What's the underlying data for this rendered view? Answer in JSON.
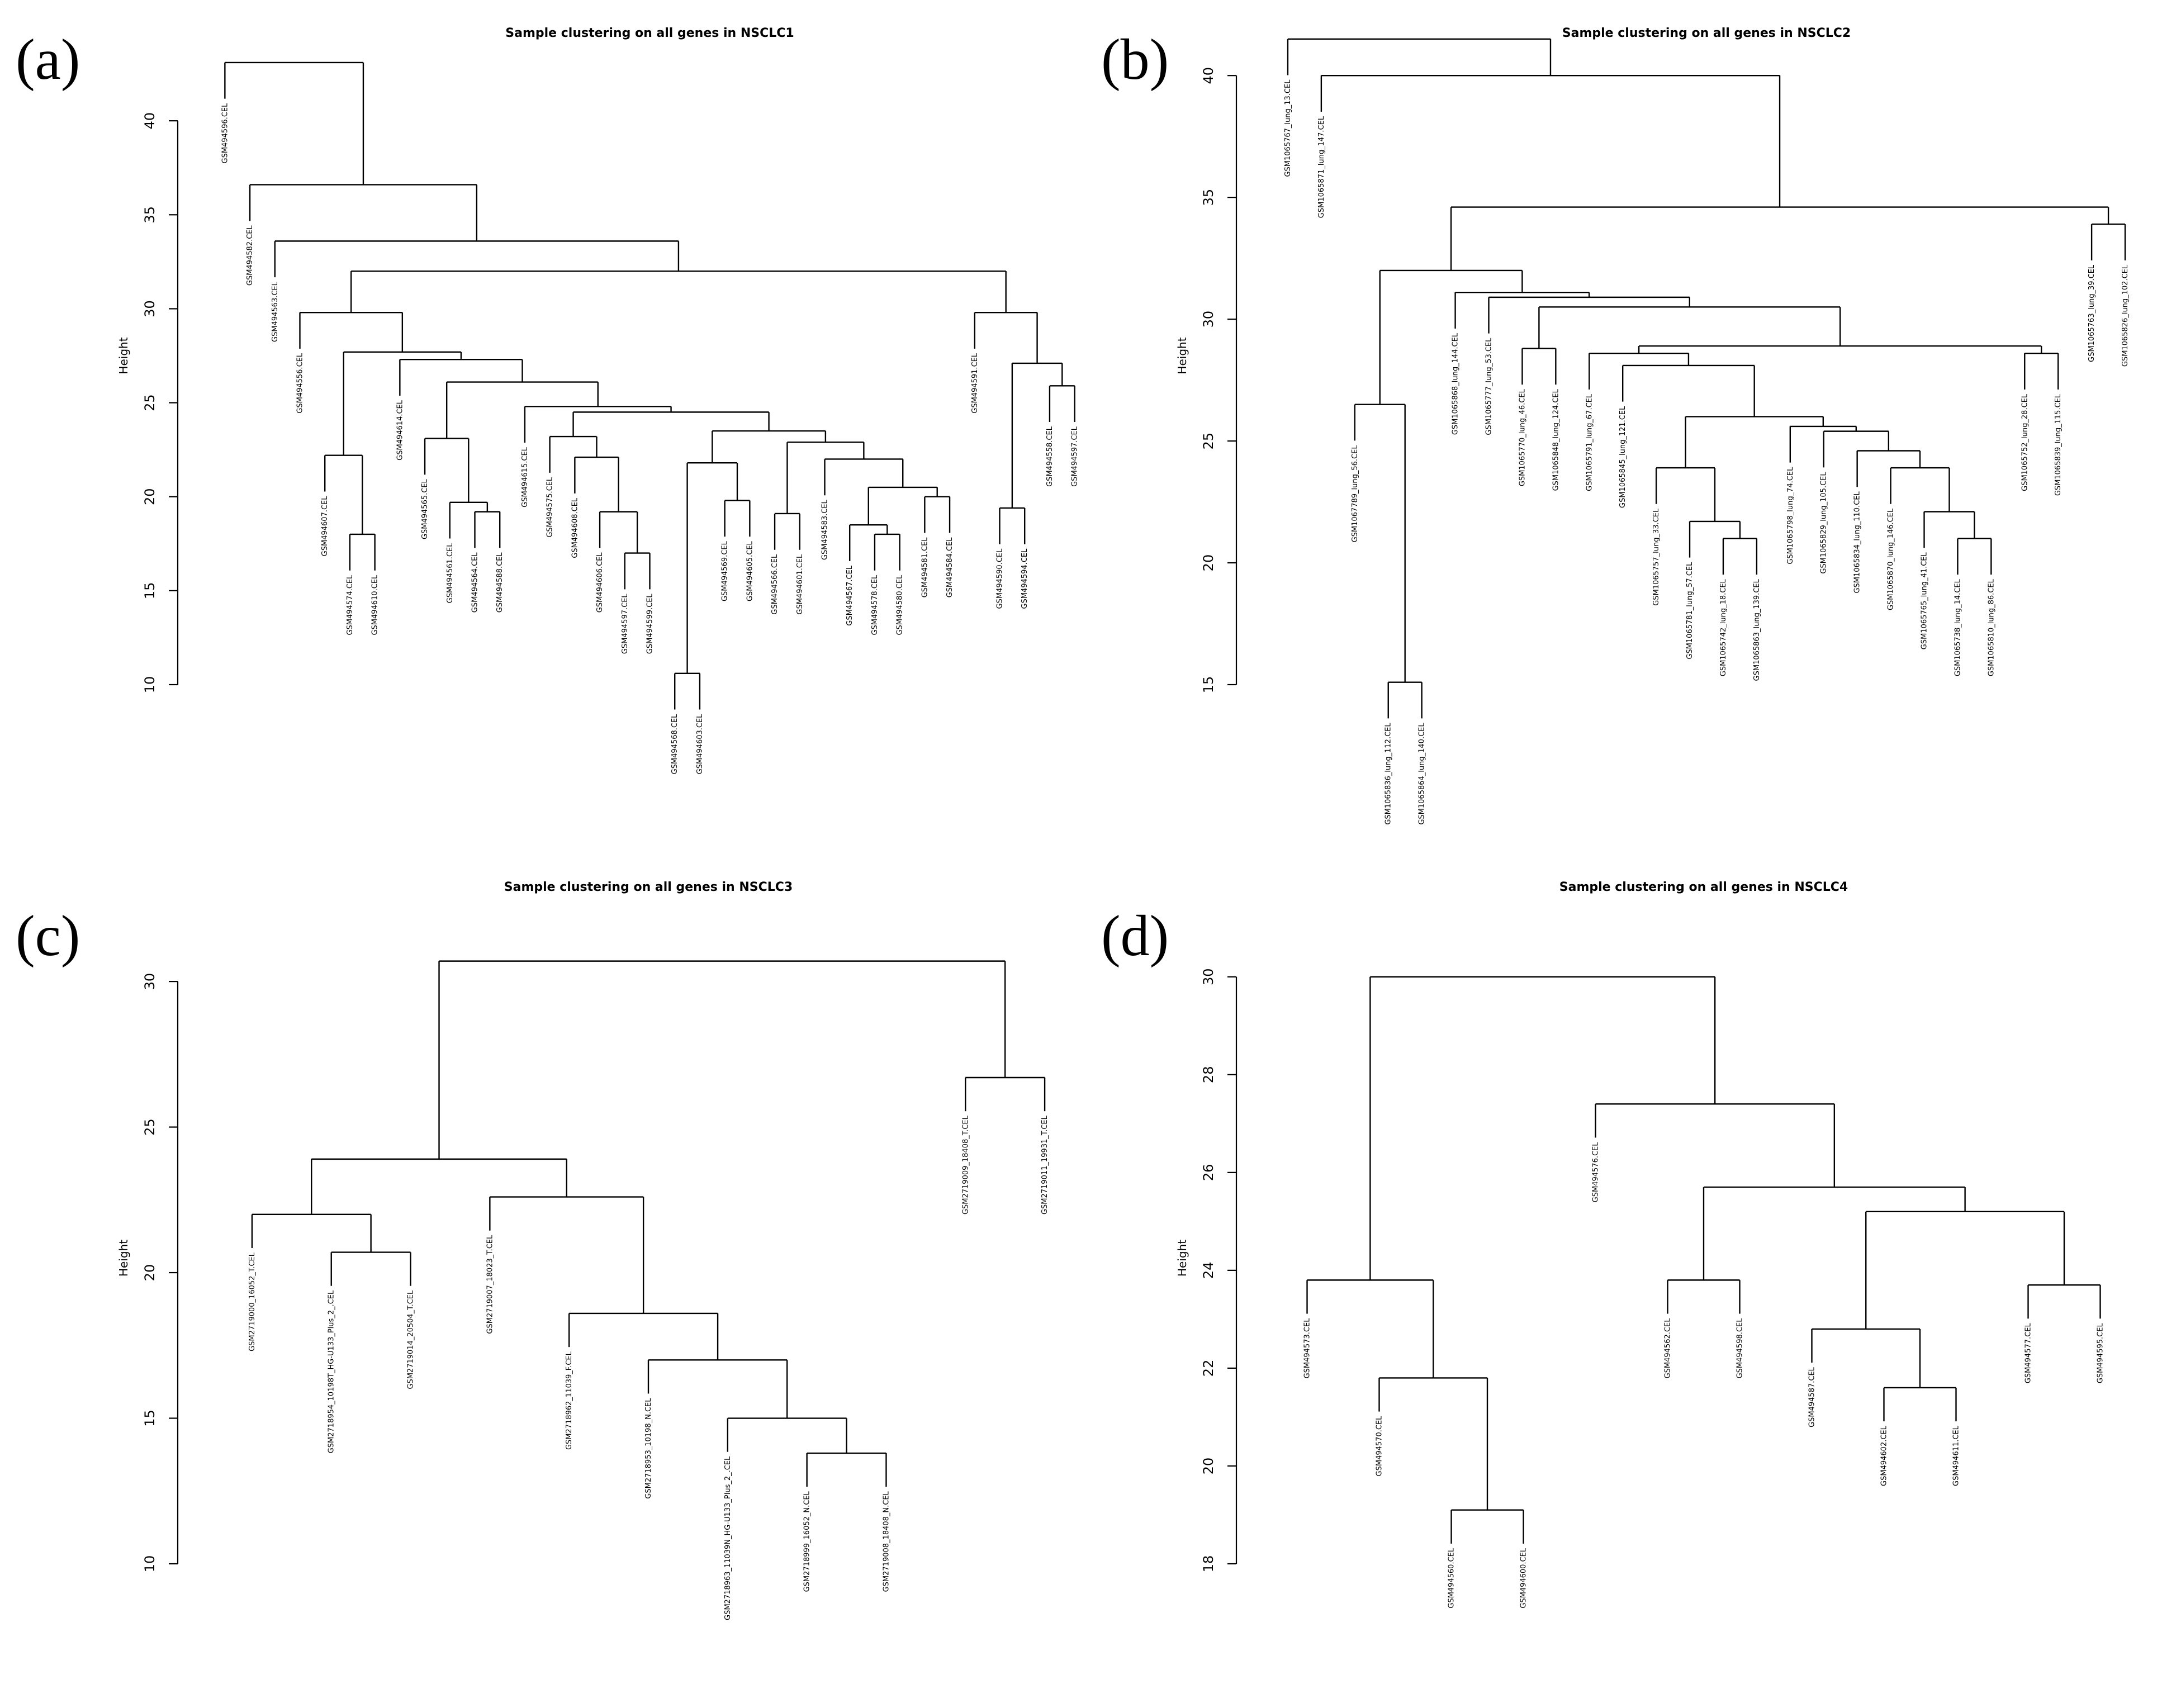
{
  "panel_letters": [
    "(a)",
    "(b)",
    "(c)",
    "(d)"
  ],
  "chart_data": [
    {
      "type": "dendrogram",
      "title": "Sample clustering on all genes in NSCLC1",
      "ylabel": "Height",
      "ylim": [
        10,
        45
      ],
      "yticks": [
        10,
        15,
        20,
        25,
        30,
        35,
        40
      ],
      "leaves": [
        "GSM494596.CEL",
        "GSM494582.CEL",
        "GSM494563.CEL",
        "GSM494556.CEL",
        "GSM494607.CEL",
        "GSM494574.CEL",
        "GSM494610.CEL",
        "GSM494614.CEL",
        "GSM494565.CEL",
        "GSM494561.CEL",
        "GSM494564.CEL",
        "GSM494588.CEL",
        "GSM494615.CEL",
        "GSM494575.CEL",
        "GSM494608.CEL",
        "GSM494606.CEL",
        "GSM494597.CEL",
        "GSM494599.CEL",
        "GSM494568.CEL",
        "GSM494603.CEL",
        "GSM494569.CEL",
        "GSM494605.CEL",
        "GSM494566.CEL",
        "GSM494601.CEL",
        "GSM494583.CEL",
        "GSM494567.CEL",
        "GSM494578.CEL",
        "GSM494580.CEL",
        "GSM494581.CEL",
        "GSM494584.CEL",
        "GSM494591.CEL",
        "GSM494590.CEL",
        "GSM494594.CEL",
        "GSM494558.CEL",
        "GSM494597.CEL"
      ],
      "merges": [
        [
          -19,
          -20,
          10.6
        ],
        [
          -6,
          -7,
          18.0
        ],
        [
          -27,
          -28,
          18.0
        ],
        [
          -11,
          -12,
          19.2
        ],
        [
          -17,
          -18,
          17.0
        ],
        [
          -10,
          4,
          19.7
        ],
        [
          -26,
          3,
          18.5
        ],
        [
          -21,
          -22,
          19.8
        ],
        [
          -23,
          -24,
          19.1
        ],
        [
          -32,
          -33,
          19.4
        ],
        [
          -29,
          -30,
          20.0
        ],
        [
          -16,
          5,
          19.2
        ],
        [
          -5,
          2,
          22.2
        ],
        [
          -15,
          12,
          22.1
        ],
        [
          7,
          11,
          20.5
        ],
        [
          -9,
          6,
          23.1
        ],
        [
          -25,
          15,
          22.0
        ],
        [
          -14,
          14,
          23.2
        ],
        [
          9,
          17,
          22.9
        ],
        [
          1,
          8,
          21.8
        ],
        [
          -34,
          -35,
          25.9
        ],
        [
          20,
          19,
          23.5
        ],
        [
          18,
          22,
          24.5
        ],
        [
          -13,
          23,
          24.8
        ],
        [
          10,
          21,
          27.1
        ],
        [
          16,
          24,
          26.1
        ],
        [
          -8,
          26,
          27.3
        ],
        [
          13,
          27,
          27.7
        ],
        [
          -4,
          28,
          29.8
        ],
        [
          -31,
          25,
          29.8
        ],
        [
          29,
          30,
          32.0
        ],
        [
          -3,
          31,
          33.6
        ],
        [
          -2,
          32,
          36.6
        ],
        [
          -1,
          33,
          43.1
        ]
      ]
    },
    {
      "type": "dendrogram",
      "title": "Sample clustering on all genes in NSCLC2",
      "ylabel": "Height",
      "ylim": [
        15,
        42
      ],
      "yticks": [
        15,
        20,
        25,
        30,
        35,
        40
      ],
      "leaves": [
        "GSM1065767_lung_13.CEL",
        "GSM1065871_lung_147.CEL",
        "GSM1067789_lung_56.CEL",
        "GSM1065836_lung_112.CEL",
        "GSM1065864_lung_140.CEL",
        "GSM1065868_lung_144.CEL",
        "GSM1065777_lung_53.CEL",
        "GSM1065770_lung_46.CEL",
        "GSM1065848_lung_124.CEL",
        "GSM1065791_lung_67.CEL",
        "GSM1065845_lung_121.CEL",
        "GSM1065757_lung_33.CEL",
        "GSM1065781_lung_57.CEL",
        "GSM1065742_lung_18.CEL",
        "GSM1065863_lung_139.CEL",
        "GSM1065798_lung_74.CEL",
        "GSM1065829_lung_105.CEL",
        "GSM1065834_lung_110.CEL",
        "GSM1065870_lung_146.CEL",
        "GSM1065765_lung_41.CEL",
        "GSM1065738_lung_14.CEL",
        "GSM1065810_lung_86.CEL",
        "GSM1065752_lung_28.CEL",
        "GSM1065839_lung_115.CEL",
        "GSM1065763_lung_39.CEL",
        "GSM1065826_lung_102.CEL"
      ],
      "merges": [
        [
          -4,
          -5,
          15.1
        ],
        [
          -21,
          -22,
          21.0
        ],
        [
          -14,
          -15,
          21.0
        ],
        [
          -20,
          2,
          22.1
        ],
        [
          -13,
          3,
          21.7
        ],
        [
          -19,
          4,
          23.9
        ],
        [
          -12,
          5,
          23.9
        ],
        [
          -18,
          6,
          24.6
        ],
        [
          -17,
          8,
          25.4
        ],
        [
          -16,
          9,
          25.6
        ],
        [
          7,
          10,
          26.0
        ],
        [
          -11,
          11,
          28.1
        ],
        [
          -3,
          1,
          26.5
        ],
        [
          -23,
          -24,
          28.6
        ],
        [
          -10,
          12,
          28.6
        ],
        [
          15,
          14,
          28.9
        ],
        [
          -8,
          -9,
          28.8
        ],
        [
          17,
          16,
          30.5
        ],
        [
          -7,
          18,
          30.9
        ],
        [
          -6,
          19,
          31.1
        ],
        [
          13,
          20,
          32.0
        ],
        [
          -25,
          -26,
          33.9
        ],
        [
          21,
          22,
          34.6
        ],
        [
          -2,
          23,
          40.0
        ],
        [
          -1,
          24,
          41.5
        ]
      ]
    },
    {
      "type": "dendrogram",
      "title": "Sample clustering on all genes in NSCLC3",
      "ylabel": "Height",
      "ylim": [
        10,
        31
      ],
      "yticks": [
        10,
        15,
        20,
        25,
        30
      ],
      "leaves": [
        "GSM2719000_16052_T.CEL",
        "GSM2718954_10198T_HG-U133_Plus_2_.CEL",
        "GSM2719014_20504_T.CEL",
        "GSM2719007_18023_T.CEL",
        "GSM2718962_11039_F.CEL",
        "GSM2718953_10198_N.CEL",
        "GSM2718963_11039N_HG-U133_Plus_2_.CEL",
        "GSM2718999_16052_N.CEL",
        "GSM2719008_18408_N.CEL",
        "GSM2719009_18408_T.CEL",
        "GSM2719011_19931_T.CEL"
      ],
      "merges": [
        [
          -8,
          -9,
          13.8
        ],
        [
          -7,
          1,
          15.0
        ],
        [
          -6,
          2,
          17.0
        ],
        [
          -5,
          3,
          18.6
        ],
        [
          -2,
          -3,
          20.7
        ],
        [
          -1,
          5,
          22.0
        ],
        [
          -4,
          4,
          22.6
        ],
        [
          6,
          7,
          23.9
        ],
        [
          -10,
          -11,
          26.7
        ],
        [
          8,
          9,
          30.7
        ]
      ]
    },
    {
      "type": "dendrogram",
      "title": "Sample clustering on all genes in NSCLC4",
      "ylabel": "Height",
      "ylim": [
        18,
        30.5
      ],
      "yticks": [
        18,
        20,
        22,
        24,
        26,
        28,
        30
      ],
      "leaves": [
        "GSM494573.CEL",
        "GSM494570.CEL",
        "GSM494560.CEL",
        "GSM494600.CEL",
        "GSM494576.CEL",
        "GSM494562.CEL",
        "GSM494598.CEL",
        "GSM494587.CEL",
        "GSM494602.CEL",
        "GSM494611.CEL",
        "GSM494577.CEL",
        "GSM494595.CEL"
      ],
      "merges": [
        [
          -3,
          -4,
          19.1
        ],
        [
          -2,
          1,
          21.8
        ],
        [
          -9,
          -10,
          21.6
        ],
        [
          -8,
          3,
          22.8
        ],
        [
          -11,
          -12,
          23.7
        ],
        [
          -6,
          -7,
          23.8
        ],
        [
          -1,
          2,
          23.8
        ],
        [
          4,
          5,
          25.2
        ],
        [
          6,
          8,
          25.7
        ],
        [
          -5,
          9,
          27.4
        ],
        [
          7,
          10,
          30.0
        ]
      ]
    }
  ]
}
